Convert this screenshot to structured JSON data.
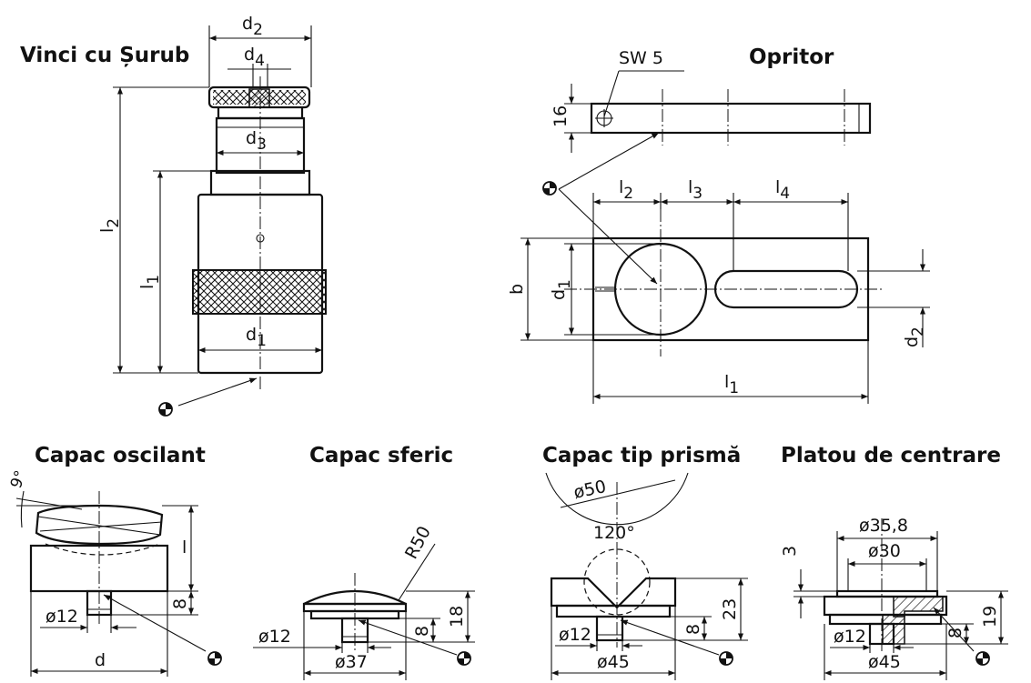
{
  "titles": {
    "vinci": "Vinci cu Șurub",
    "opritor": "Opritor",
    "oscilant": "Capac oscilant",
    "sferic": "Capac sferic",
    "prisma": "Capac tip prismă",
    "platou": "Platou de centrare"
  },
  "vinci": {
    "d2": "d",
    "d2s": "2",
    "d4": "d",
    "d4s": "4",
    "d3": "d",
    "d3s": "3",
    "d1": "d",
    "d1s": "1",
    "l2": "l",
    "l2s": "2",
    "l1": "l",
    "l1s": "1"
  },
  "opritor": {
    "sw": "SW 5",
    "h16": "16",
    "l2": "l",
    "l2s": "2",
    "l3": "l",
    "l3s": "3",
    "l4": "l",
    "l4s": "4",
    "b": "b",
    "d1": "d",
    "d1s": "1",
    "d2": "d",
    "d2s": "2",
    "l1": "l",
    "l1s": "1"
  },
  "oscilant": {
    "angle": "9°",
    "l": "l",
    "h8": "8",
    "d12": "ø12",
    "d": "d"
  },
  "sferic": {
    "r": "R50",
    "h8": "8",
    "h18": "18",
    "d12": "ø12",
    "d37": "ø37"
  },
  "prisma": {
    "d50": "ø50",
    "angle": "120°",
    "h8": "8",
    "h23": "23",
    "d12": "ø12",
    "d45": "ø45"
  },
  "platou": {
    "d358": "ø35,8",
    "d30": "ø30",
    "h3": "3",
    "h8": "8",
    "h19": "19",
    "d12": "ø12",
    "d45": "ø45"
  },
  "icons": {
    "surface": "surface-finish-icon"
  }
}
